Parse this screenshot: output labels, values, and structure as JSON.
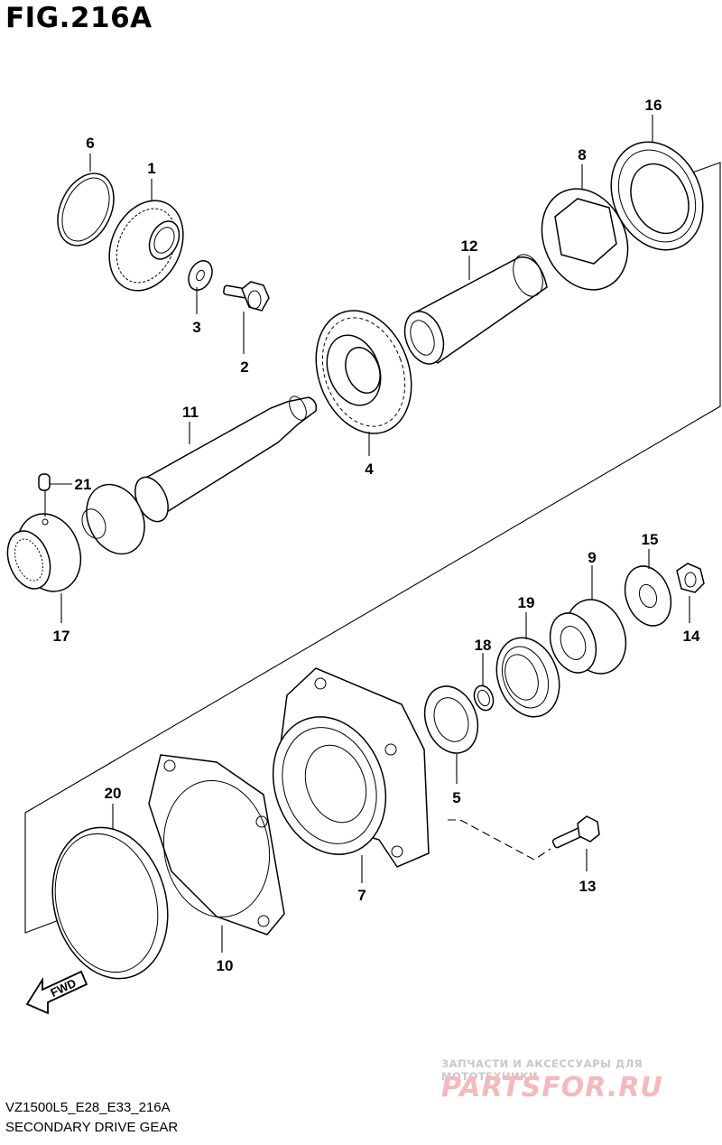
{
  "figure": {
    "title": "FIG.216A",
    "model_code": "VZ1500L5_E28_E33_216A",
    "description": "SECONDARY DRIVE GEAR"
  },
  "parts": [
    {
      "ref": "1"
    },
    {
      "ref": "2"
    },
    {
      "ref": "3"
    },
    {
      "ref": "4"
    },
    {
      "ref": "5"
    },
    {
      "ref": "6"
    },
    {
      "ref": "7"
    },
    {
      "ref": "8"
    },
    {
      "ref": "9"
    },
    {
      "ref": "10"
    },
    {
      "ref": "11"
    },
    {
      "ref": "12"
    },
    {
      "ref": "13"
    },
    {
      "ref": "14"
    },
    {
      "ref": "15"
    },
    {
      "ref": "16"
    },
    {
      "ref": "17"
    },
    {
      "ref": "18"
    },
    {
      "ref": "19"
    },
    {
      "ref": "20"
    },
    {
      "ref": "21"
    }
  ],
  "direction_arrow": {
    "label": "FWD"
  },
  "watermark": {
    "tagline": "ЗАПЧАСТИ И АКСЕССУАРЫ ДЛЯ МОТОТЕХНИКИ",
    "logo": "PARTSFOR.RU",
    "colors": {
      "tagline": "#c8c8c8",
      "logo": "#f5b8bb"
    }
  }
}
